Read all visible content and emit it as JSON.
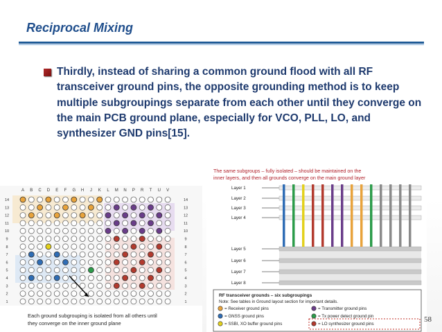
{
  "slide": {
    "title": "Reciprocal Mixing",
    "bullet_text": "Thirdly, instead of sharing a common ground flood with all RF transceiver ground pins, the opposite grounding method is to keep multiple subgroupings separate from each other until they converge on the main PCB ground plane, especially for VCO, PLL, LO, and synthesizer GND pins[15].",
    "page_number": "58"
  },
  "left_figure": {
    "column_letters": [
      "A",
      "B",
      "C",
      "D",
      "E",
      "F",
      "G",
      "H",
      "J",
      "K",
      "L",
      "M",
      "N",
      "P",
      "R",
      "T",
      "U",
      "V"
    ],
    "row_numbers": [
      "14",
      "13",
      "12",
      "11",
      "10",
      "9",
      "8",
      "7",
      "6",
      "5",
      "4",
      "3",
      "2",
      "1"
    ],
    "caption_line1": "Each ground subgrouping is isolated from all others until",
    "caption_line2": "they converge on the inner ground plane"
  },
  "right_figure": {
    "header_line1": "The same subgroups – fully isolated – should be maintained on the",
    "header_line2": "inner layers, and then all grounds converge on the main ground layer",
    "layers": [
      "Layer 1",
      "Layer 2",
      "Layer 3",
      "Layer 4",
      "Layer 5",
      "Layer 6",
      "Layer 7",
      "Layer 8"
    ],
    "legend_title": "RF transceiver grounds – six subgroupings",
    "legend_note": "Note: See tables in Ground layout section for important details.",
    "legend_items": [
      {
        "label": "= Receiver ground pins",
        "color": "#e8a33c"
      },
      {
        "label": "= Transmitter ground pins",
        "color": "#6a3d8a"
      },
      {
        "label": "= GNSS ground pins",
        "color": "#2f6db5"
      },
      {
        "label": "= Tx power detect ground pin",
        "color": "#2c9c4a"
      },
      {
        "label": "= SSBI, XO buffer ground pins",
        "color": "#e3d11c"
      },
      {
        "label": "= LO synthesizer ground pins",
        "color": "#b33a2e"
      }
    ]
  },
  "colors": {
    "title": "#1f4e8c",
    "body_text": "#1e3a6e",
    "rule": "#1e5a96",
    "bullet": "#b02a2a"
  }
}
